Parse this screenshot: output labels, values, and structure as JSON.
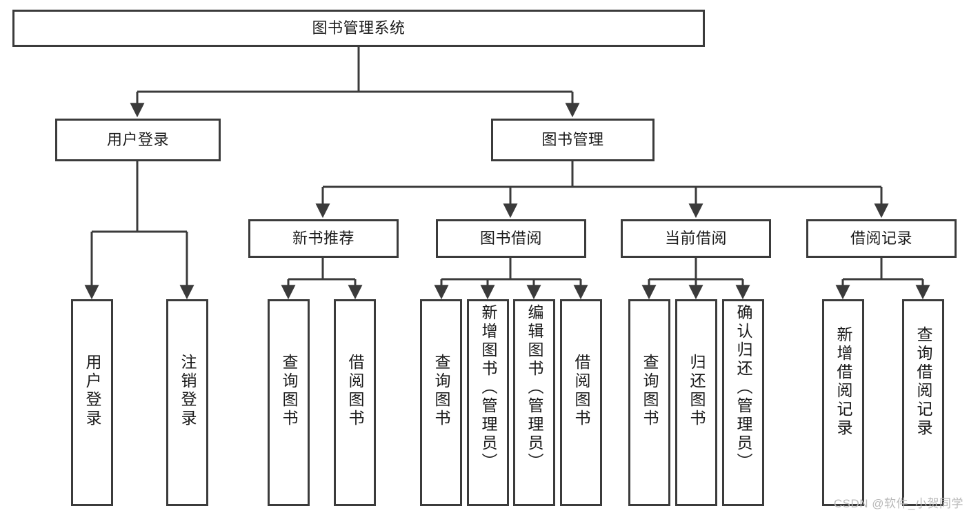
{
  "diagram": {
    "title": "图书管理系统",
    "type": "tree-hierarchy-chart",
    "background_color": "#ffffff",
    "line_color": "#3b3b3b",
    "box_fill": "#ffffff",
    "nodes": {
      "root": {
        "label": "图书管理系统"
      },
      "level2": [
        {
          "id": "user-login",
          "label": "用户登录"
        },
        {
          "id": "book-management",
          "label": "图书管理"
        }
      ],
      "level3": [
        {
          "id": "new-book-recommend",
          "label": "新书推荐"
        },
        {
          "id": "book-borrow",
          "label": "图书借阅"
        },
        {
          "id": "current-borrow",
          "label": "当前借阅"
        },
        {
          "id": "borrow-record",
          "label": "借阅记录"
        }
      ],
      "leaves": {
        "user_login": [
          {
            "id": "leaf-user-login",
            "label": "用户登录"
          },
          {
            "id": "leaf-logout-login",
            "label": "注销登录"
          }
        ],
        "new_book_recommend": [
          {
            "id": "leaf-query-book-1",
            "label": "查询图书"
          },
          {
            "id": "leaf-borrow-book-1",
            "label": "借阅图书"
          }
        ],
        "book_borrow": [
          {
            "id": "leaf-query-book-2",
            "label": "查询图书"
          },
          {
            "id": "leaf-add-book-admin",
            "label": "新增图书（管理员）"
          },
          {
            "id": "leaf-edit-book-admin",
            "label": "编辑图书（管理员）"
          },
          {
            "id": "leaf-borrow-book-2",
            "label": "借阅图书"
          }
        ],
        "current_borrow": [
          {
            "id": "leaf-query-book-3",
            "label": "查询图书"
          },
          {
            "id": "leaf-return-book",
            "label": "归还图书"
          },
          {
            "id": "leaf-confirm-return-admin",
            "label": "确认归还（管理员）"
          }
        ],
        "borrow_record": [
          {
            "id": "leaf-add-borrow-record",
            "label": "新增借阅记录"
          },
          {
            "id": "leaf-query-borrow-record",
            "label": "查询借阅记录"
          }
        ]
      }
    },
    "watermark": "CSDN @软件_小贺同学"
  }
}
